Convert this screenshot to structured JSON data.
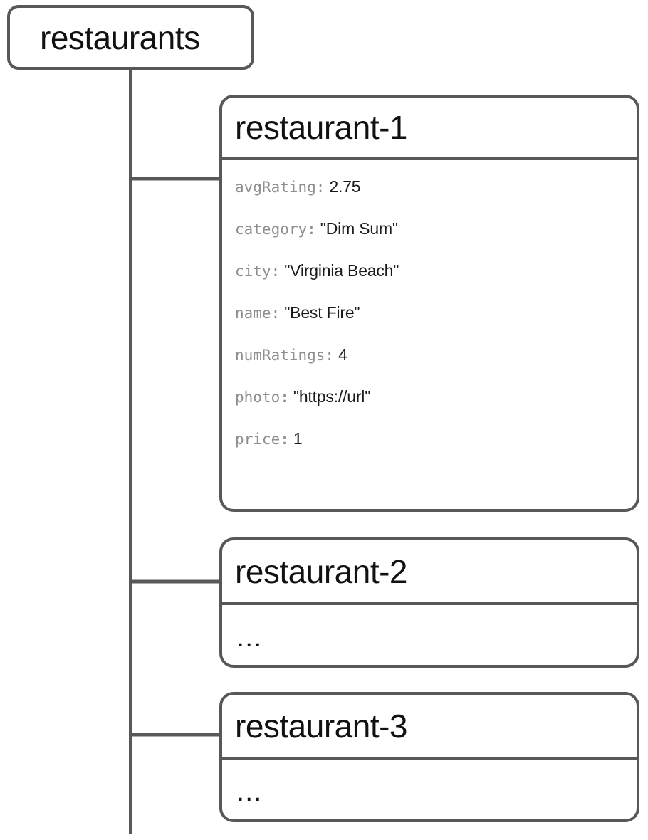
{
  "diagram": {
    "type": "tree",
    "title": "firestore-collection-tree",
    "colors": {
      "stroke": "#585858",
      "text": "#111111",
      "key_text": "#8e8e8e",
      "value_text": "#1a1a1a",
      "background": "#ffffff"
    },
    "root": {
      "label": "restaurants",
      "node_type": "collection"
    },
    "children": [
      {
        "id": "restaurant-1",
        "title": "restaurant-1",
        "node_type": "document",
        "expanded": true,
        "fields": [
          {
            "key": "avgRating:",
            "value": "2.75"
          },
          {
            "key": "category:",
            "value": "\"Dim Sum\""
          },
          {
            "key": "city:",
            "value": "\"Virginia Beach\""
          },
          {
            "key": "name:",
            "value": "\"Best Fire\""
          },
          {
            "key": "numRatings:",
            "value": "4"
          },
          {
            "key": "photo:",
            "value": "\"https://url\""
          },
          {
            "key": "price:",
            "value": "1"
          }
        ]
      },
      {
        "id": "restaurant-2",
        "title": "restaurant-2",
        "node_type": "document",
        "expanded": false,
        "placeholder": "..."
      },
      {
        "id": "restaurant-3",
        "title": "restaurant-3",
        "node_type": "document",
        "expanded": false,
        "placeholder": "..."
      }
    ]
  }
}
